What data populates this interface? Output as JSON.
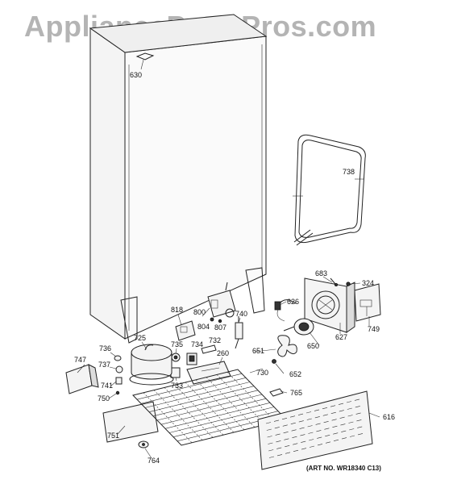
{
  "watermark": "AppliancePartsPros.com",
  "art_number": "(ART NO. WR18340 C13)",
  "callouts": {
    "c630": "630",
    "c738": "738",
    "c683": "683",
    "c324": "324",
    "c626": "626",
    "c627": "627",
    "c749": "749",
    "c650": "650",
    "c651": "651",
    "c652": "652",
    "c818": "818",
    "c800": "800",
    "c804": "804",
    "c807": "807",
    "c740": "740",
    "c725": "725",
    "c736": "736",
    "c737": "737",
    "c741": "741",
    "c750": "750",
    "c747": "747",
    "c735": "735",
    "c734": "734",
    "c732": "732",
    "c733": "733",
    "c260": "260",
    "c730": "730",
    "c765": "765",
    "c616": "616",
    "c751": "751",
    "c764": "764"
  }
}
